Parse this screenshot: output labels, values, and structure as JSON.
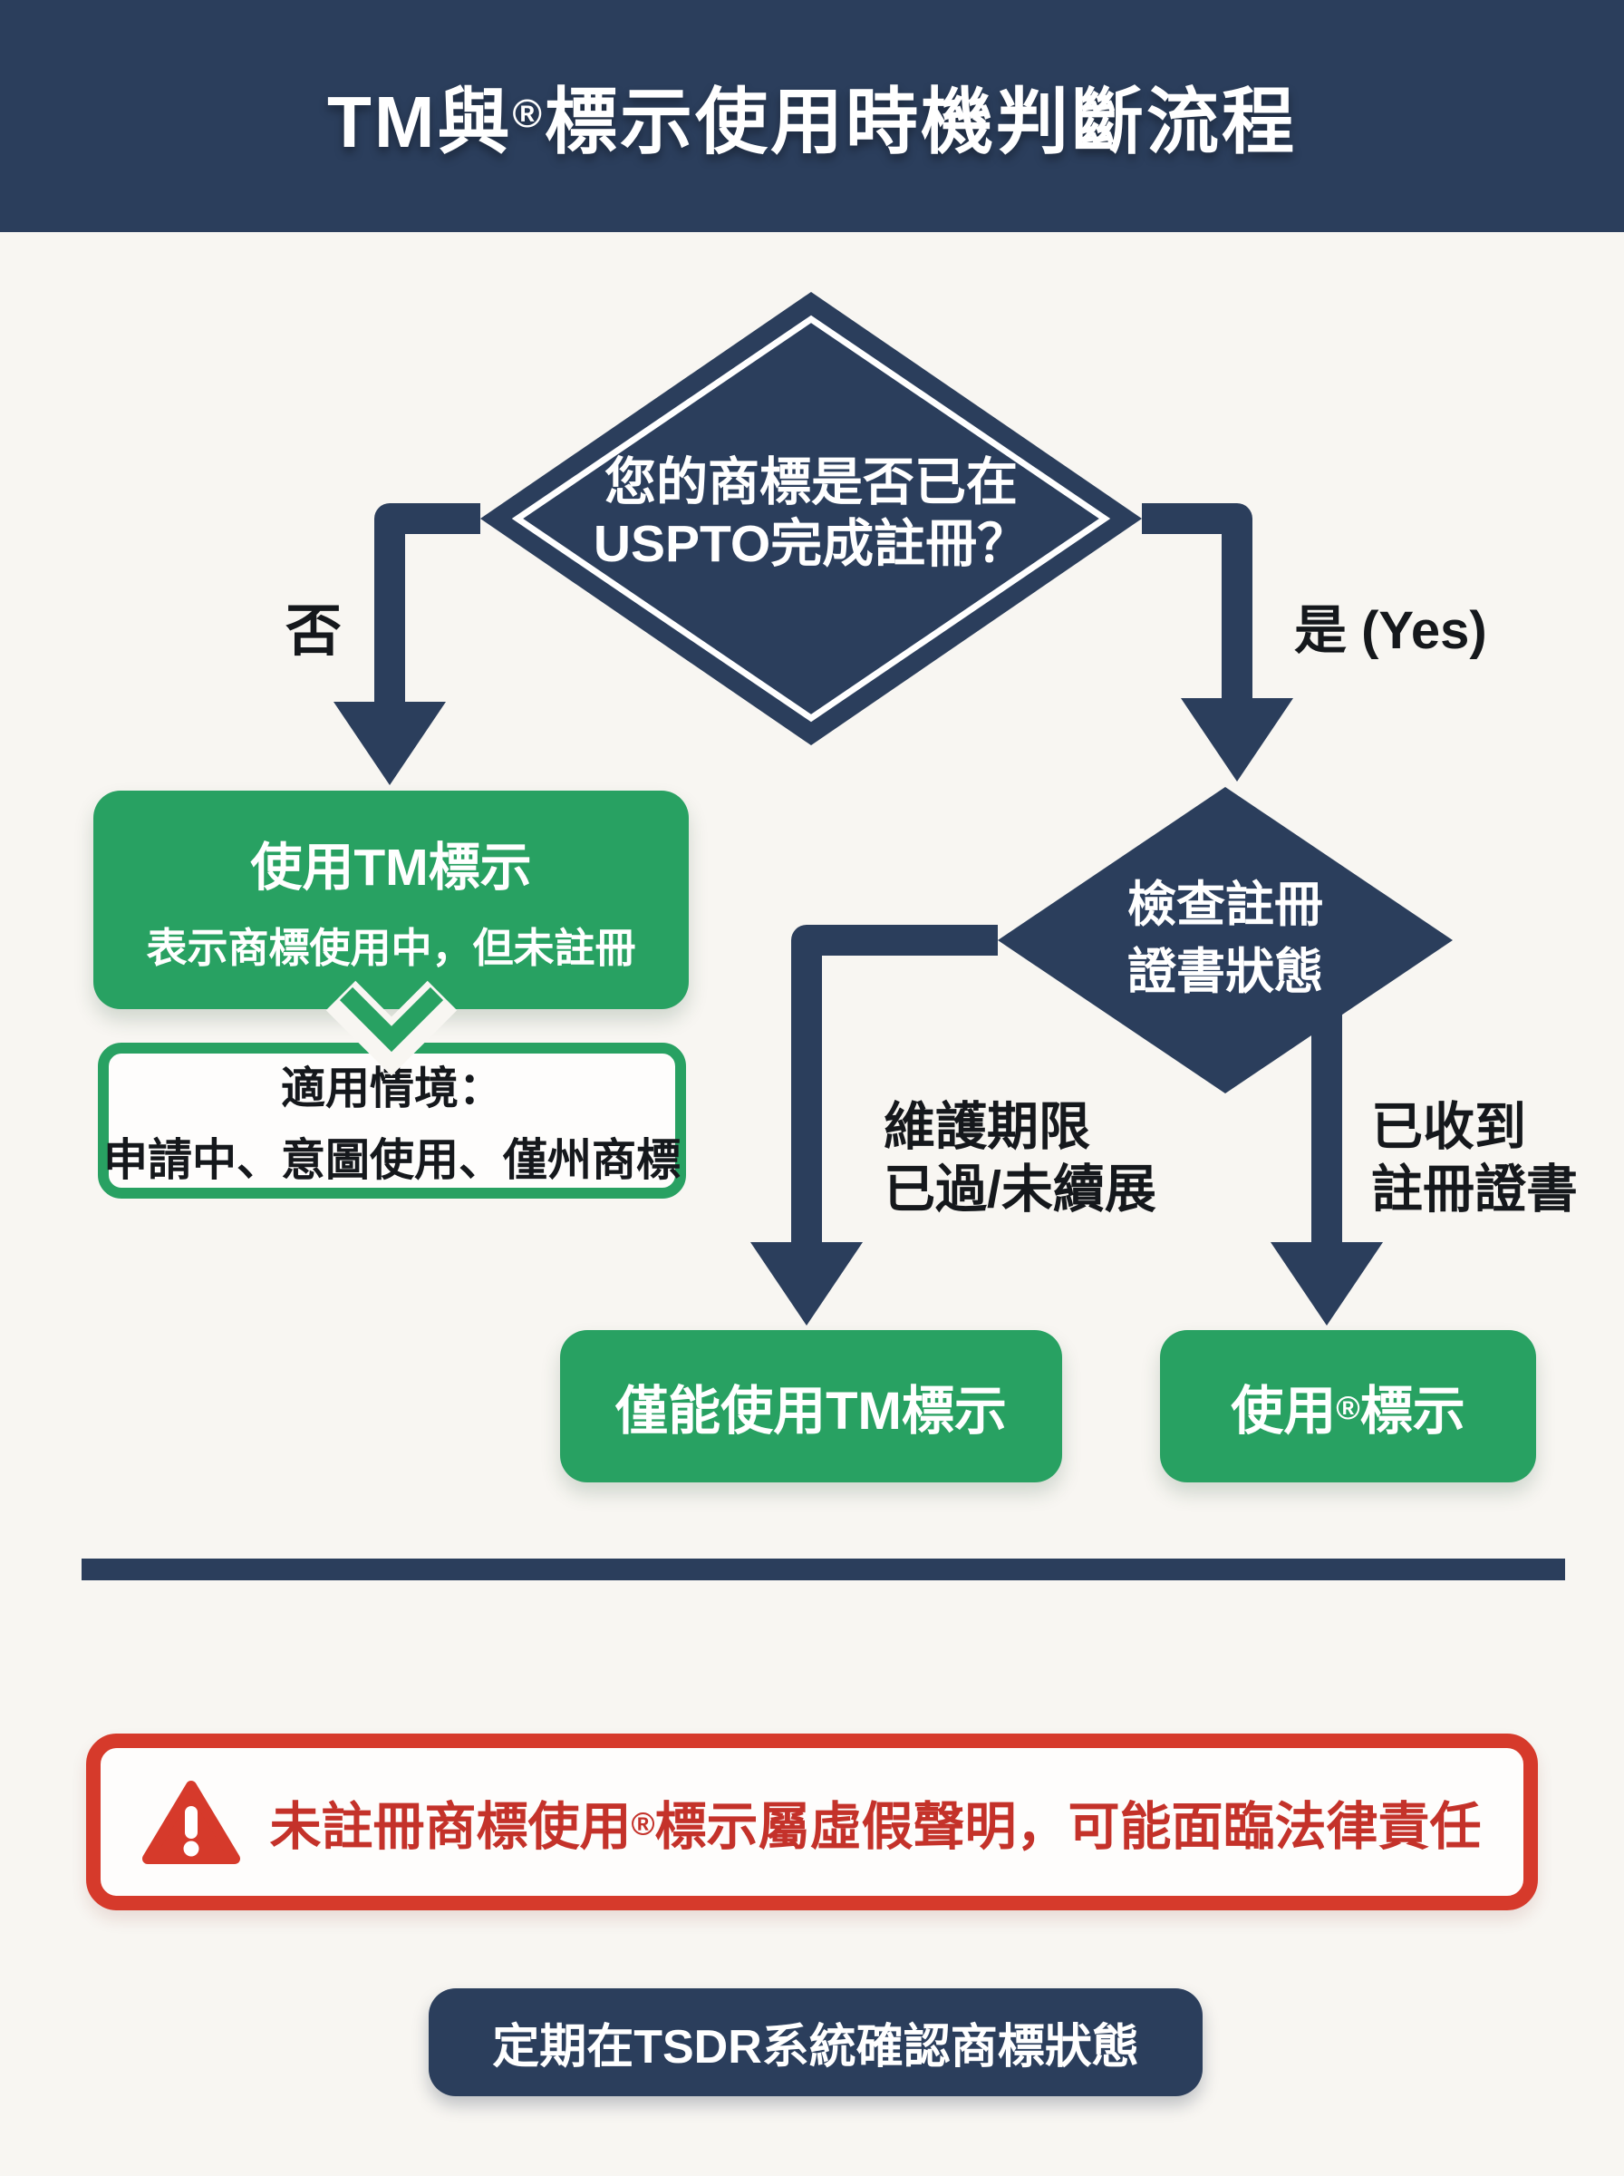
{
  "theme": {
    "bg": "#f8f6f2",
    "navy": "#2b3e5c",
    "green": "#28a162",
    "red": "#d63a2b",
    "redText": "#c4322a",
    "ink": "#15181c",
    "paper": "#fefdfc"
  },
  "header": {
    "title_prefix": "TM與",
    "title_reg": "®",
    "title_suffix": "標示使用時機判斷流程"
  },
  "flow": {
    "decision1": {
      "line1": "您的商標是否已在",
      "line2": "USPTO完成註冊？"
    },
    "branch_no": "否",
    "branch_yes": "是 (Yes)",
    "tm_box": {
      "title": "使用TM標示",
      "subtitle": "表示商標使用中，但未註冊"
    },
    "context_box": {
      "line1": "適用情境：",
      "line2": "申請中、意圖使用、僅州商標"
    },
    "decision2": {
      "line1": "檢查註冊",
      "line2": "證書狀態"
    },
    "branch_expired": {
      "line1": "維護期限",
      "line2": "已過/未續展"
    },
    "branch_received": {
      "line1": "已收到",
      "line2": "註冊證書"
    },
    "result_tm_only": "僅能使用TM標示",
    "result_r": {
      "prefix": "使用",
      "reg": "®",
      "suffix": "標示"
    }
  },
  "warning": {
    "icon": "warning-triangle-icon",
    "text_prefix": "未註冊商標使用",
    "text_reg": "®",
    "text_suffix": "標示屬虛假聲明，可能面臨法律責任"
  },
  "footer": {
    "text": "定期在TSDR系統確認商標狀態"
  }
}
